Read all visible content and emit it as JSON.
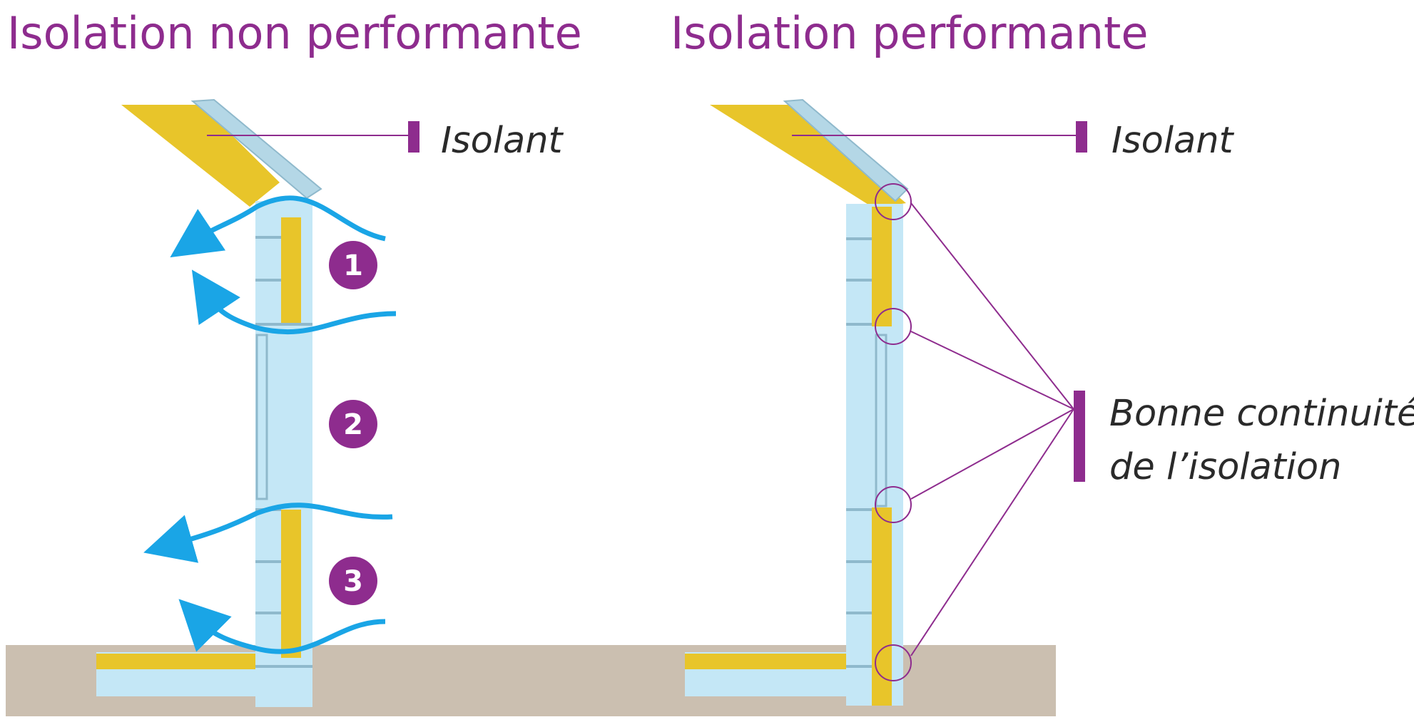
{
  "diagram": {
    "left_panel": {
      "title": "Isolation non performante",
      "isolant_label": "Isolant",
      "leaks": [
        {
          "number": "1"
        },
        {
          "number": "2"
        },
        {
          "number": "3"
        }
      ]
    },
    "right_panel": {
      "title": "Isolation performante",
      "isolant_label": "Isolant",
      "continuity_label_line1": "Bonne continuité",
      "continuity_label_line2": "de l’isolation"
    },
    "colors": {
      "title": "#8e2c8e",
      "accent_purple": "#8e2c8e",
      "insulation_yellow": "#e8c52a",
      "wall_light_blue": "#c4e7f6",
      "wall_outline": "#8fb9cc",
      "air_leak_arrow": "#1aa5e6",
      "ground": "#cbbfb0",
      "roof_tiles": "#b4d7e6"
    }
  }
}
